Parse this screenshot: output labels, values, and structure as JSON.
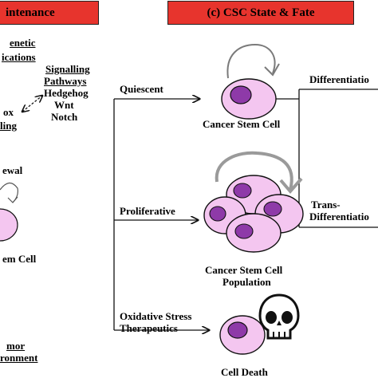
{
  "left_panel": {
    "header_title": "intenance",
    "labels": {
      "epigenetic_line1": "enetic",
      "epigenetic_line2": "ications",
      "signalling_title_1": "Signalling",
      "signalling_title_2": "Pathways",
      "pathway_1": "Hedgehog",
      "pathway_2": "Wnt",
      "pathway_3": "Notch",
      "redox_1": "ox",
      "redox_2": "ling",
      "self_renewal": "ewal",
      "stem_cell": "em Cell",
      "tumor": "mor",
      "environment": "ronment"
    }
  },
  "right_panel": {
    "header_title": "(c) CSC State & Fate",
    "states": [
      {
        "label": "Quiescent",
        "cell_label": "Cancer Stem Cell"
      },
      {
        "label": "Proliferative",
        "cell_label_1": "Cancer Stem Cell",
        "cell_label_2": "Population"
      },
      {
        "label_1": "Oxidative Stress",
        "label_2": "Therapeutics",
        "cell_label": "Cell Death"
      }
    ],
    "fates": {
      "differentiation": "Differentiatio",
      "trans_1": "Trans-",
      "trans_2": "Differentiatio"
    }
  },
  "colors": {
    "header_red": "#e7342d",
    "cell_fill": "#f4c6f0",
    "nucleus_fill": "#8e3aa8",
    "line": "#111111",
    "arrow_gray": "#9a9a9a"
  }
}
